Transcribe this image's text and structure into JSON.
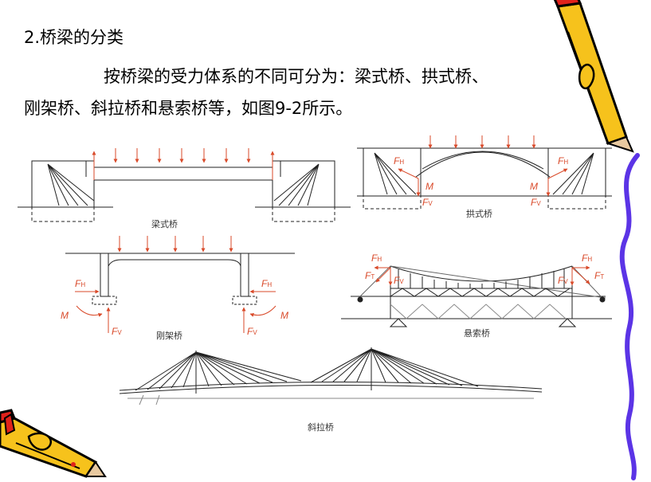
{
  "heading": "2.桥梁的分类",
  "paragraph": {
    "line1": "按桥梁的受力体系的不同可分为：梁式桥、拱式桥、",
    "line2": "刚架桥、斜拉桥和悬索桥等，如图9-2所示。"
  },
  "figure": {
    "captions": {
      "beam": "梁式桥",
      "arch": "拱式桥",
      "frame": "刚架桥",
      "suspension": "悬索桥",
      "cable_stayed": "斜拉桥"
    },
    "force_labels": {
      "F": "F",
      "M": "M",
      "H": "H",
      "V": "V",
      "T": "T"
    }
  },
  "decorations": {
    "top_pencil_icon": "pencil-icon",
    "bottom_pencil_icon": "pencil-icon",
    "purple_curve": "wavy-line"
  },
  "colors": {
    "force_arrow": "#d94a2a",
    "pencil_yellow": "#f6c21c",
    "pencil_red": "#e0221b",
    "wavy_line": "#5b34e6"
  }
}
